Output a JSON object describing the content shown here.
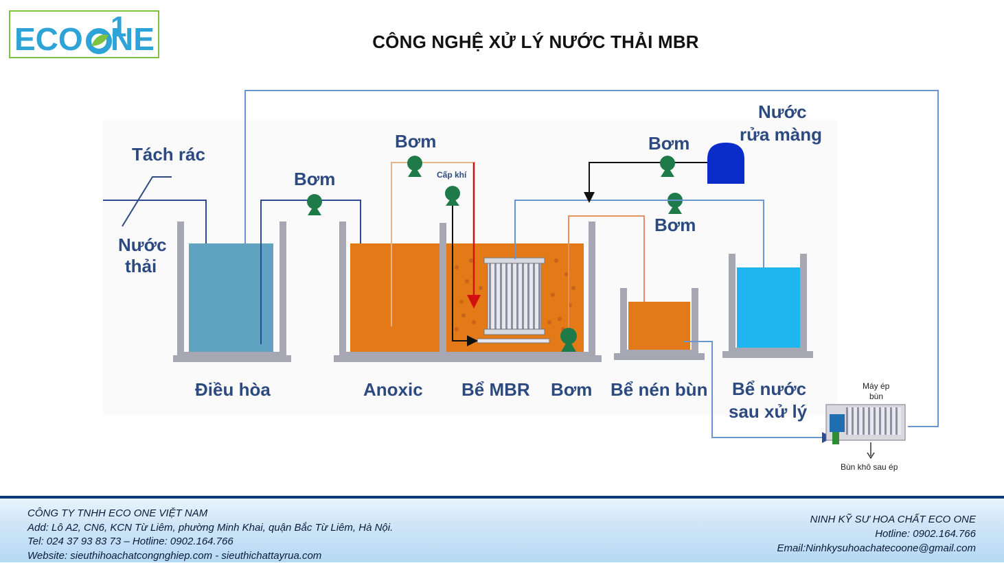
{
  "logo": {
    "text_before": "ECO",
    "text_after": "NE",
    "numeral": "1",
    "brand_color": "#2ea3d8",
    "leaf_color": "#7dc242"
  },
  "title": "CÔNG NGHỆ XỬ LÝ NƯỚC THẢI MBR",
  "diagram": {
    "labels": {
      "screen": "Tách rác",
      "wastewater_line1": "Nước",
      "wastewater_line2": "thải",
      "pump_1": "Bơm",
      "pump_2": "Bơm",
      "pump_3": "Bơm",
      "pump_4": "Bơm",
      "aeration": "Cấp khí",
      "wash_water_line1": "Nước",
      "wash_water_line2": "rửa màng",
      "tank_equalization": "Điều hòa",
      "tank_anoxic": "Anoxic",
      "tank_mbr": "Bể MBR",
      "pump_bottom": "Bơm",
      "tank_sludge": "Bể nén bùn",
      "tank_treated_line1": "Bể nước",
      "tank_treated_line2": "sau xử lý",
      "press_line1": "Máy ép",
      "press_line2": "bùn",
      "dry_sludge": "Bùn khô sau ép"
    },
    "colors": {
      "equalization_water": "#5fa3c0",
      "anoxic_water": "#e47a17",
      "sludge_water": "#e37a1a",
      "treated_water": "#1fb5ee",
      "tank_wall": "#a7a7b3",
      "pipe": "#6a95d2",
      "pump": "#1f7a4a",
      "air_line": "#d21010",
      "wash_tank": "#0a2cc8"
    }
  },
  "footer": {
    "company": "CÔNG TY TNHH ECO ONE VIỆT NAM",
    "address": "Add: Lô A2, CN6, KCN Từ Liêm, phường Minh Khai, quận Bắc Từ Liêm, Hà Nội.",
    "phones": "Tel: 024 37 93 83 73 – Hotline: 0902.164.766",
    "website": "Website: sieuthihoachatcongnghiep.com - sieuthichattayrua.com",
    "contact_name": "NINH KỸ SƯ HOA CHẤT ECO ONE",
    "hotline": "Hotline: 0902.164.766",
    "email": "Email:Ninhkysuhoachatecoone@gmail.com"
  }
}
